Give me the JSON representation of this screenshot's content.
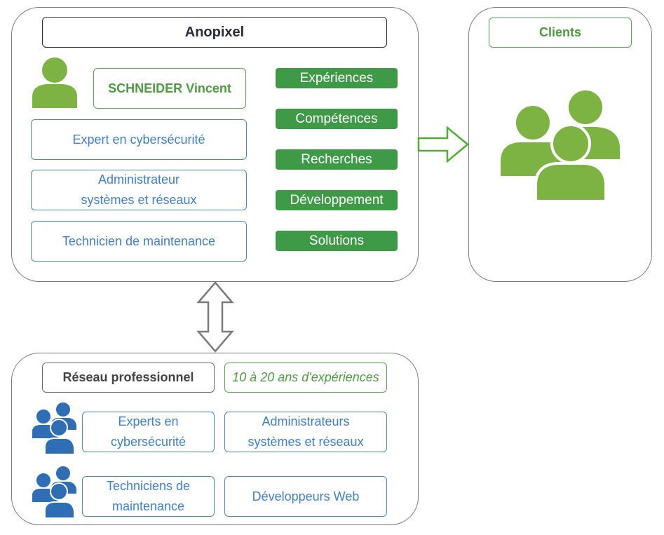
{
  "anopixel": {
    "title": "Anopixel",
    "person_name": "SCHNEIDER Vincent",
    "roles": [
      "Expert en cybersécurité",
      "Administrateur\nsystèmes et réseaux",
      "Technicien de maintenance"
    ],
    "activities": [
      "Expériences",
      "Compétences",
      "Recherches",
      "Développement",
      "Solutions"
    ]
  },
  "clients": {
    "title": "Clients"
  },
  "network": {
    "title": "Réseau professionnel",
    "experience": "10 à 20 ans d'expériences",
    "groups": [
      "Experts en\ncybersécurité",
      "Administrateurs\nsystèmes et réseaux",
      "Techniciens de\nmaintenance",
      "Développeurs Web"
    ]
  },
  "colors": {
    "green_fill": "#3f9a48",
    "icon_green": "#7cb342",
    "icon_blue": "#2f6db5",
    "blue_text": "#3f7fcf",
    "border_grey": "#7a7a7a"
  },
  "icons": {
    "person": "person-icon",
    "clients": "group-icon",
    "network": "group-icon",
    "arrow_right": "arrow-right-icon",
    "arrow_updown": "double-arrow-icon"
  }
}
